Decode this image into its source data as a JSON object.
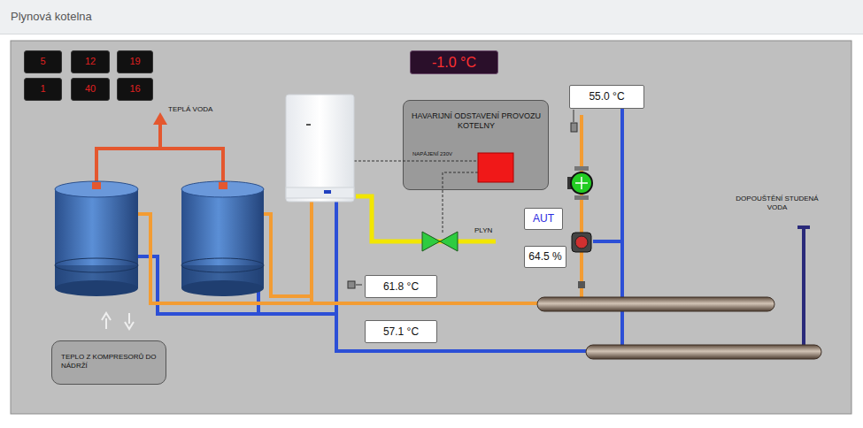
{
  "diagram": {
    "title": "Plynová kotelna",
    "nodes": [
      {
        "text": [
          "5"
        ]
      },
      {
        "text": [
          "12"
        ]
      },
      {
        "text": [
          "19"
        ]
      },
      {
        "text": [
          "1"
        ]
      },
      {
        "text": [
          "40"
        ]
      },
      {
        "text": [
          "16"
        ]
      },
      {
        "text": [
          "-1.0 °C"
        ]
      },
      {
        "text": [
          "55.0 °C"
        ]
      },
      {
        "text": [
          "HAVARIJNÍ ODSTAVENÍ PROVOZU KOTELNY",
          "NAPÁJENÍ 230V"
        ]
      },
      {
        "text": [
          "AUT"
        ]
      },
      {
        "text": [
          "64.5 %"
        ]
      },
      {
        "text": [
          "61.8 °C"
        ]
      },
      {
        "text": [
          "57.1 °C"
        ]
      },
      {
        "text": [
          "TEPLO Z KOMPRESORŮ DO NÁDRŽÍ"
        ]
      }
    ],
    "labels": [
      "TEPLÁ VODA",
      "PLYN",
      "DOPOUŠTĚNÍ STUDENÁ VODA"
    ]
  }
}
